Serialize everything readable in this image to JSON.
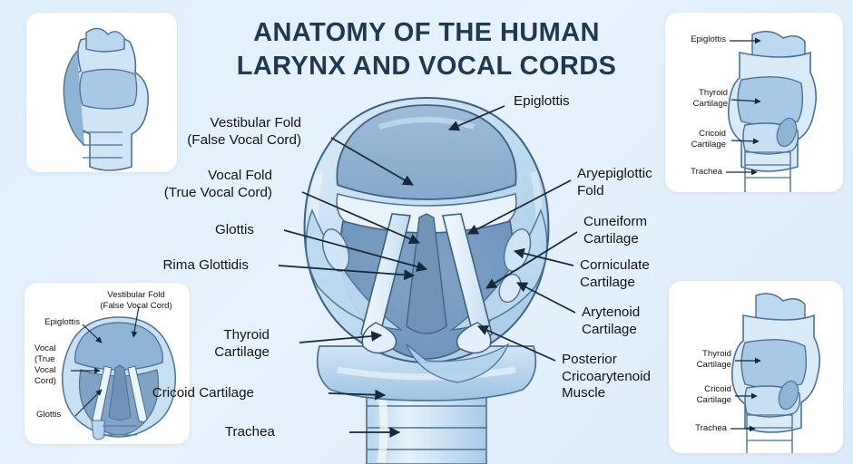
{
  "title": {
    "line1": "Anatomy of the Human",
    "line2": "Larynx and Vocal Cords"
  },
  "colors": {
    "background": "#e0f0fd",
    "panel": "#ffffff",
    "title_text": "#1e3a52",
    "label_text": "#141414",
    "leader_line": "#16293a",
    "cartilage_light": "#d6e9f7",
    "cartilage_mid": "#a9cbe6",
    "cartilage_deep": "#7fa3c4",
    "cavity_dark": "#7ea4c6",
    "outline": "#3d6184"
  },
  "main_diagram": {
    "name": "superior-laryngoscopic-view",
    "labels_left": [
      {
        "id": "vestibular-fold",
        "text": "Vestibular Fold\n(False Vocal Cord)"
      },
      {
        "id": "vocal-fold",
        "text": "Vocal Fold\n(True Vocal Cord)"
      },
      {
        "id": "glottis",
        "text": "Glottis"
      },
      {
        "id": "rima-glottidis",
        "text": "Rima Glottidis"
      },
      {
        "id": "thyroid-cartilage",
        "text": "Thyroid\nCartilage"
      },
      {
        "id": "cricoid-cartilage",
        "text": "Cricoid Cartilage"
      },
      {
        "id": "trachea",
        "text": "Trachea"
      }
    ],
    "labels_right": [
      {
        "id": "epiglottis",
        "text": "Epiglottis"
      },
      {
        "id": "aryepiglottic-fold",
        "text": "Aryepiglottic\nFold"
      },
      {
        "id": "cuneiform-cartilage",
        "text": "Cuneiform\nCartilage"
      },
      {
        "id": "corniculate-cartilage",
        "text": "Corniculate\nCartilage"
      },
      {
        "id": "arytenoid-cartilage",
        "text": "Arytenoid\nCartilage"
      },
      {
        "id": "posterior-cricoarytenoid-muscle",
        "text": "Posterior\nCricoarytenoid\nMuscle"
      }
    ]
  },
  "insets": {
    "top_left": {
      "name": "larynx-anterior-oblique-view",
      "labels": []
    },
    "top_right": {
      "name": "larynx-sagittal-view",
      "labels": [
        {
          "id": "epiglottis",
          "text": "Epiglottis"
        },
        {
          "id": "thyroid-cartilage",
          "text": "Thyroid\nCartilage"
        },
        {
          "id": "cricoid-cartilage",
          "text": "Cricoid\nCartilage"
        },
        {
          "id": "trachea",
          "text": "Trachea"
        }
      ]
    },
    "bottom_left": {
      "name": "larynx-superior-view-small",
      "labels": [
        {
          "id": "vestibular-fold",
          "text": "Vestibular Fold\n(False Vocal Cord)"
        },
        {
          "id": "epiglottis",
          "text": "Epiglottis"
        },
        {
          "id": "vocal-true-cord",
          "text": "Vocal\n(True\nVocal\nCord)"
        },
        {
          "id": "glottis",
          "text": "Glottis"
        }
      ]
    },
    "bottom_right": {
      "name": "larynx-lateral-view",
      "labels": [
        {
          "id": "thyroid-cartilage",
          "text": "Thyroid\nCartilage"
        },
        {
          "id": "cricoid-cartilage",
          "text": "Cricoid\nCartilage"
        },
        {
          "id": "trachea",
          "text": "Trachea"
        }
      ]
    }
  }
}
